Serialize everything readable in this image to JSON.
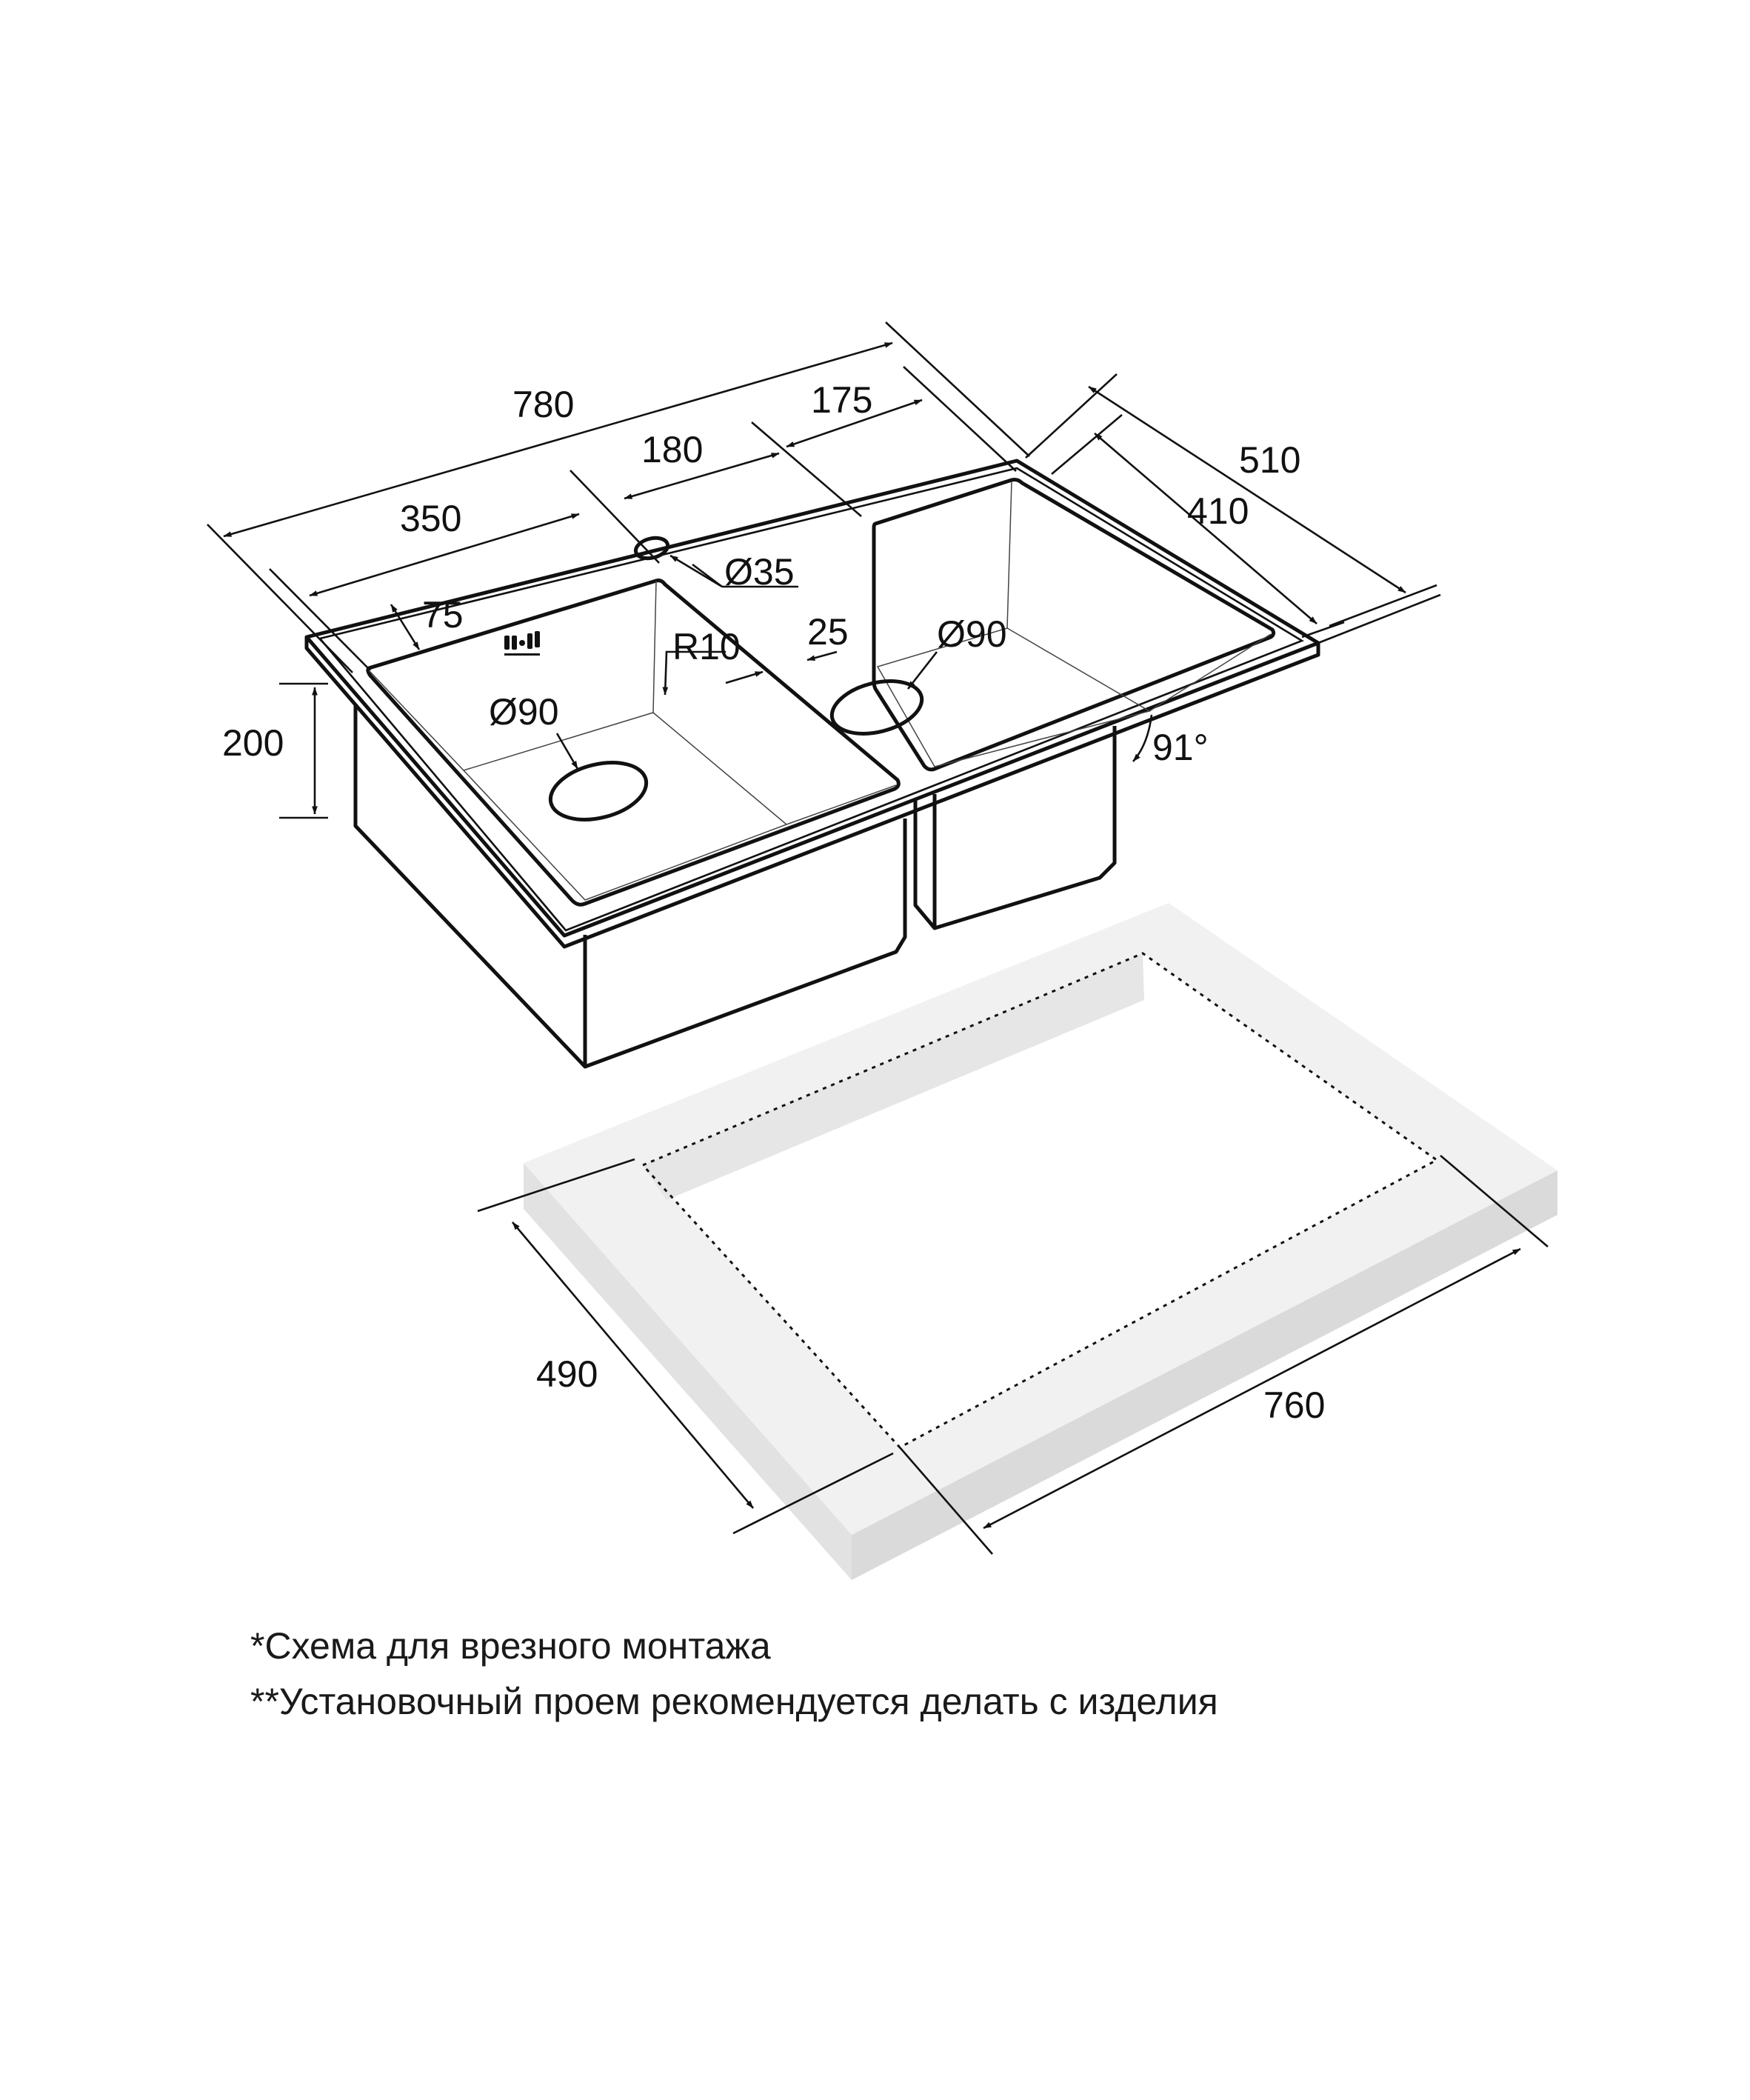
{
  "colors": {
    "line": "#111111",
    "countertop_top": "#f1f1f1",
    "countertop_side": "#e2e2e2"
  },
  "dimensions": {
    "total_width": "780",
    "left_bowl_width": "350",
    "middle_width": "180",
    "right_bowl_width": "175",
    "total_depth": "510",
    "inner_depth": "410",
    "rim_offset": "75",
    "tap_hole": "Ø35",
    "gap": "25",
    "drain_right": "Ø90",
    "corner_radius": "R10",
    "drain_left": "Ø90",
    "bowl_height": "200",
    "angle": "91°",
    "cutout_depth": "490",
    "cutout_width": "760"
  },
  "notes": {
    "note1": "*Схема для врезного монтажа",
    "note2": "**Установочный проем рекомендуется делать с изделия"
  }
}
